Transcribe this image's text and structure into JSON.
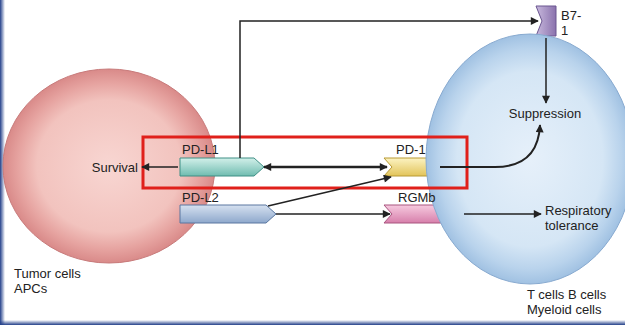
{
  "diagram": {
    "nodes": [
      {
        "text": [
          "Tumor cells APCs"
        ]
      },
      {
        "text": [
          "PD-L1"
        ]
      },
      {
        "text": [
          "PD-L2"
        ]
      },
      {
        "text": [
          "B7-1"
        ]
      },
      {
        "text": [
          "PD-1"
        ]
      },
      {
        "text": [
          "RGMb"
        ]
      },
      {
        "text": [
          "T cells B cells Myeloid cells"
        ]
      }
    ],
    "edges": [
      {
        "from": 1,
        "to": 4,
        "arrow": "both"
      },
      {
        "from": 1,
        "to": 3,
        "arrow": "to"
      },
      {
        "from": 2,
        "to": 4,
        "arrow": "to"
      },
      {
        "from": 2,
        "to": 5,
        "arrow": "to"
      }
    ],
    "labels": [
      "Survival",
      "Suppression",
      "Respiratory tolerance"
    ]
  }
}
